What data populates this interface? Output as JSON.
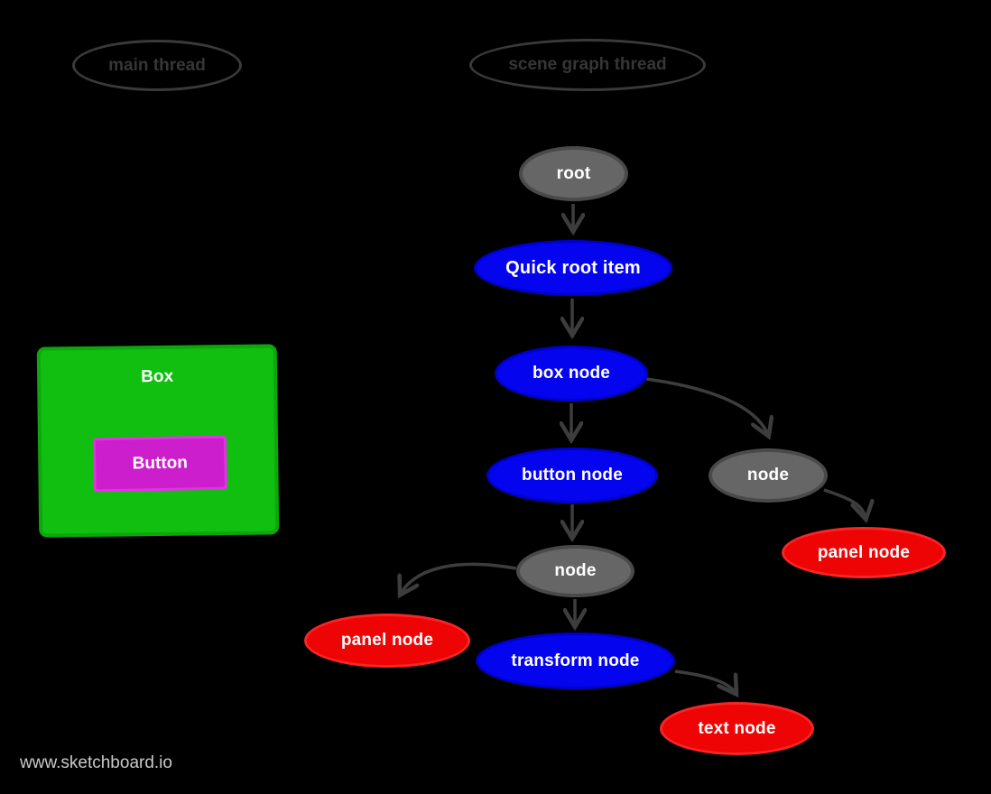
{
  "canvas": {
    "background": "#000000",
    "watermark": "www.sketchboard.io"
  },
  "lanes": [
    {
      "id": "main-thread",
      "label": "main thread"
    },
    {
      "id": "scene-graph-thread",
      "label": "scene graph thread"
    }
  ],
  "main_thread_ui": {
    "box_label": "Box",
    "button_label": "Button",
    "box_color": "#10bf10",
    "button_color": "#cc1ecc"
  },
  "graph": {
    "nodes": [
      {
        "id": "root",
        "label": "root",
        "color": "gray"
      },
      {
        "id": "quick-root-item",
        "label": "Quick root item",
        "color": "blue"
      },
      {
        "id": "box-node",
        "label": "box node",
        "color": "blue"
      },
      {
        "id": "button-node",
        "label": "button node",
        "color": "blue"
      },
      {
        "id": "node-right",
        "label": "node",
        "color": "gray"
      },
      {
        "id": "panel-node-right",
        "label": "panel node",
        "color": "red"
      },
      {
        "id": "node-center",
        "label": "node",
        "color": "gray"
      },
      {
        "id": "panel-node-left",
        "label": "panel node",
        "color": "red"
      },
      {
        "id": "transform-node",
        "label": "transform node",
        "color": "blue"
      },
      {
        "id": "text-node",
        "label": "text node",
        "color": "red"
      }
    ],
    "edges": [
      {
        "from": "root",
        "to": "quick-root-item"
      },
      {
        "from": "quick-root-item",
        "to": "box-node"
      },
      {
        "from": "box-node",
        "to": "button-node"
      },
      {
        "from": "box-node",
        "to": "node-right"
      },
      {
        "from": "node-right",
        "to": "panel-node-right"
      },
      {
        "from": "button-node",
        "to": "node-center"
      },
      {
        "from": "node-center",
        "to": "panel-node-left"
      },
      {
        "from": "node-center",
        "to": "transform-node"
      },
      {
        "from": "transform-node",
        "to": "text-node"
      }
    ]
  },
  "colors": {
    "node_gray": "#666666",
    "node_blue": "#0404ee",
    "node_red": "#ee0404",
    "arrow": "#3d3d3d",
    "lane_outline": "#3a3a3a"
  }
}
